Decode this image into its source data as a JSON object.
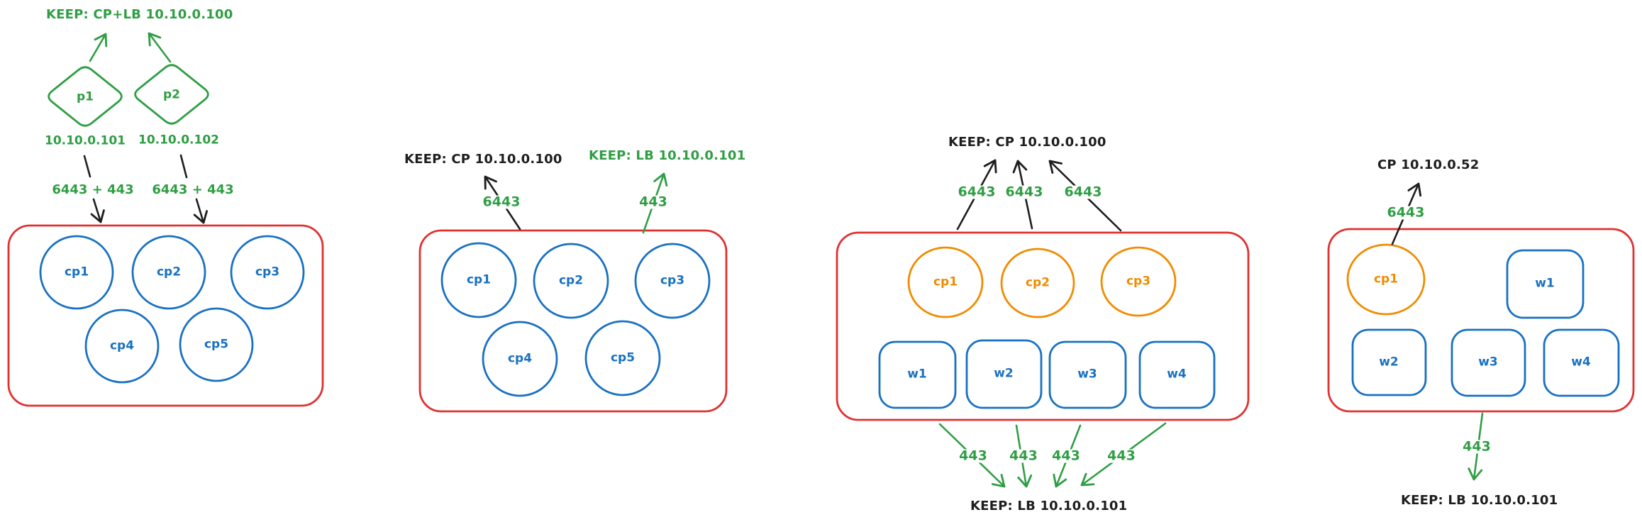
{
  "colors": {
    "green": "#2f9e44",
    "red": "#e03131",
    "blue": "#1971c2",
    "orange": "#f08c00",
    "black": "#1e1e1e"
  },
  "diagram1": {
    "keep_label": "KEEP: CP+LB 10.10.0.100",
    "proxy1": {
      "label": "p1",
      "ip": "10.10.0.101",
      "ports": "6443 + 443"
    },
    "proxy2": {
      "label": "p2",
      "ip": "10.10.0.102",
      "ports": "6443 + 443"
    },
    "nodes": [
      "cp1",
      "cp2",
      "cp3",
      "cp4",
      "cp5"
    ]
  },
  "diagram2": {
    "keep_cp_label": "KEEP: CP 10.10.0.100",
    "keep_lb_label": "KEEP: LB 10.10.0.101",
    "cp_port": "6443",
    "lb_port": "443",
    "nodes": [
      "cp1",
      "cp2",
      "cp3",
      "cp4",
      "cp5"
    ]
  },
  "diagram3": {
    "keep_cp_label": "KEEP: CP 10.10.0.100",
    "cp_ports": [
      "6443",
      "6443",
      "6443"
    ],
    "cp_nodes": [
      "cp1",
      "cp2",
      "cp3"
    ],
    "workers": [
      "w1",
      "w2",
      "w3",
      "w4"
    ],
    "lb_ports": [
      "443",
      "443",
      "443",
      "443"
    ],
    "keep_lb_label": "KEEP: LB 10.10.0.101"
  },
  "diagram4": {
    "cp_label": "CP 10.10.0.52",
    "cp_port": "6443",
    "cp_nodes": [
      "cp1"
    ],
    "workers": [
      "w1",
      "w2",
      "w3",
      "w4"
    ],
    "lb_port": "443",
    "keep_lb_label": "KEEP: LB 10.10.0.101"
  }
}
